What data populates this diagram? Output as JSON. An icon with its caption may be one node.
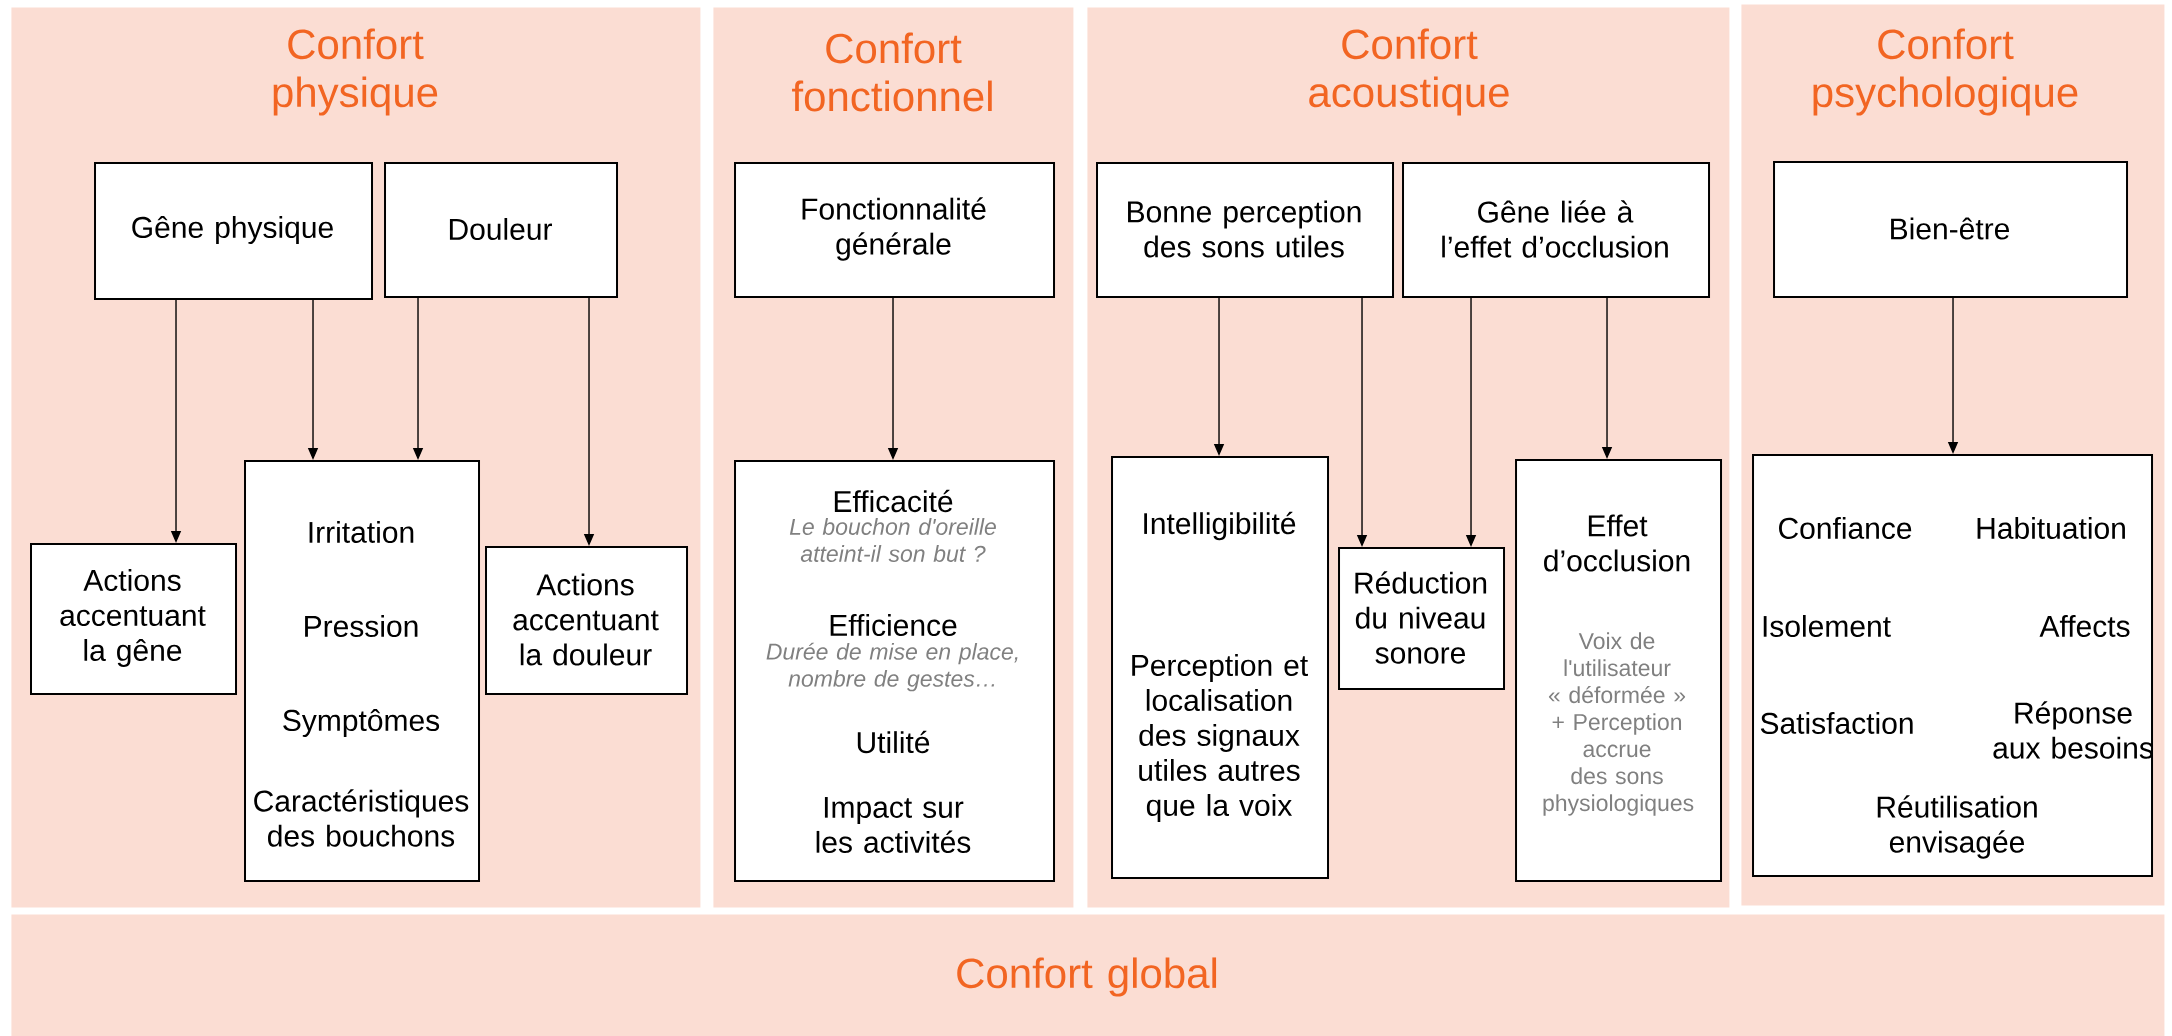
{
  "diagram": {
    "nodes": [
      {
        "text": [
          "Confort physique"
        ]
      },
      {
        "text": [
          "Gêne physique"
        ],
        "in": 0
      },
      {
        "text": [
          "Douleur"
        ],
        "in": 0
      },
      {
        "text": [
          "Actions accentuant la gêne"
        ],
        "in": 0
      },
      {
        "text": [
          "Irritation",
          "Pression",
          "Symptômes",
          "Caractéristiques des bouchons"
        ],
        "in": 0
      },
      {
        "text": [
          "Actions accentuant la douleur"
        ],
        "in": 0
      },
      {
        "text": [
          "Confort fonctionnel"
        ]
      },
      {
        "text": [
          "Fonctionnalité générale"
        ],
        "in": 6
      },
      {
        "text": [
          "Efficacité",
          "Le bouchon d'oreille atteint-il son but ?",
          "Efficience",
          "Durée de mise en place, nombre de gestes…",
          "Utilité",
          "Impact sur les activités"
        ],
        "in": 6
      },
      {
        "text": [
          "Confort acoustique"
        ]
      },
      {
        "text": [
          "Bonne perception des sons utiles"
        ],
        "in": 9
      },
      {
        "text": [
          "Gêne liée à l’effet d’occlusion"
        ],
        "in": 9
      },
      {
        "text": [
          "Intelligibilité",
          "Perception et localisation des signaux utiles autres que la voix"
        ],
        "in": 9
      },
      {
        "text": [
          "Réduction du niveau sonore"
        ],
        "in": 9
      },
      {
        "text": [
          "Effet d’occlusion",
          "Voix de l'utilisateur « déformée » + Perception accrue des sons physiologiques"
        ],
        "in": 9
      },
      {
        "text": [
          "Confort psychologique"
        ]
      },
      {
        "text": [
          "Bien-être"
        ],
        "in": 15
      },
      {
        "text": [
          "Confiance",
          "Habituation",
          "Isolement",
          "Affects",
          "Satisfaction",
          "Réponse aux besoins",
          "Réutilisation envisagée"
        ],
        "in": 15
      },
      {
        "text": [
          "Confort global"
        ]
      }
    ],
    "edges": [
      {
        "from": 1,
        "to": 3,
        "arrow": "to"
      },
      {
        "from": 1,
        "to": 4,
        "arrow": "to"
      },
      {
        "from": 2,
        "to": 4,
        "arrow": "to"
      },
      {
        "from": 2,
        "to": 5,
        "arrow": "to"
      },
      {
        "from": 7,
        "to": 8,
        "arrow": "to"
      },
      {
        "from": 10,
        "to": 12,
        "arrow": "to"
      },
      {
        "from": 10,
        "to": 13,
        "arrow": "to"
      },
      {
        "from": 11,
        "to": 13,
        "arrow": "to"
      },
      {
        "from": 11,
        "to": 14,
        "arrow": "to"
      },
      {
        "from": 16,
        "to": 17,
        "arrow": "to"
      }
    ]
  }
}
